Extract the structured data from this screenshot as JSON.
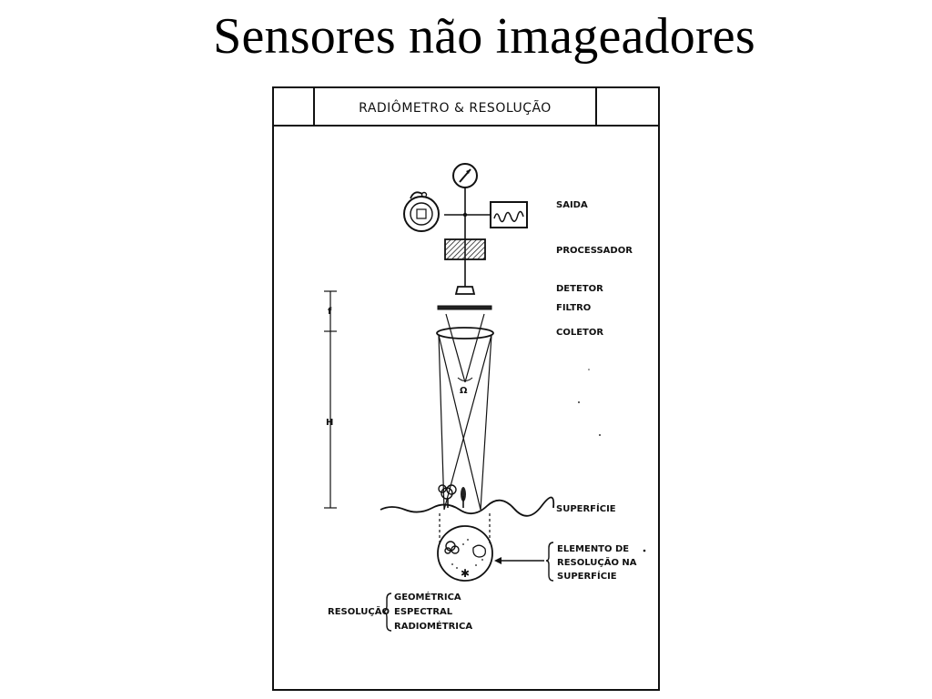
{
  "slide": {
    "title": "Sensores não imageadores"
  },
  "diagram": {
    "header": "RADIÔMETRO & RESOLUÇÃO",
    "components": {
      "saida": "SAIDA",
      "processador": "PROCESSADOR",
      "detetor": "DETETOR",
      "filtro": "FILTRO",
      "coletor": "COLETOR"
    },
    "dimensions": {
      "focal": "f",
      "height": "H",
      "angle": "Ω"
    },
    "surface": "SUPERFÍCIE",
    "element": [
      "ELEMENTO DE",
      "RESOLUÇÃO NA",
      "SUPERFÍCIE"
    ],
    "resolucao": {
      "label": "RESOLUÇÃO",
      "types": [
        "GEOMÉTRICA",
        "ESPECTRAL",
        "RADIOMÉTRICA"
      ]
    }
  }
}
